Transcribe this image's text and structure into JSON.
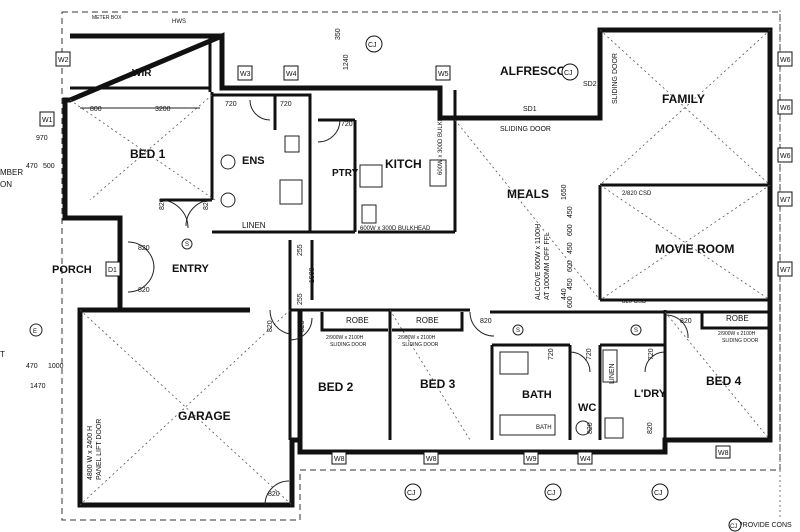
{
  "rooms": {
    "wir": "WIR",
    "bed1": "BED 1",
    "ens": "ENS",
    "ptry": "PTRY",
    "kitch": "KITCH",
    "alfresco": "ALFRESCO",
    "family": "FAMILY",
    "meals": "MEALS",
    "movie": "MOVIE ROOM",
    "porch": "PORCH",
    "entry": "ENTRY",
    "linen": "LINEN",
    "garage": "GARAGE",
    "bed2": "BED 2",
    "bed3": "BED 3",
    "bath": "BATH",
    "wc": "WC",
    "ldry": "L'DRY",
    "bed4": "BED 4",
    "linen2": "LINEN",
    "robe1": "ROBE",
    "robe2": "ROBE",
    "robe3": "ROBE",
    "bath_tub": "BATH"
  },
  "notes": {
    "meter_box": "METER BOX",
    "hws": "HWS",
    "sliding_door_alfresco": "SLIDING DOOR",
    "sliding_door_family": "SLIDING DOOR",
    "bulkhead_kitch": "600W x 300D BULKHEAD",
    "bulkhead_v": "600W x 300D BULKHEAD",
    "csd_2820": "2/820 CSD",
    "csd_820": "820 CSD",
    "alcove": "ALCOVE 600W x 1100H",
    "alcove2": "AT 1000MM OFF FFL",
    "garage_door1": "4800 W x 2400 H",
    "garage_door2": "PANEL LIFT DOOR",
    "robe_sd1a": "2/900W x 2100H",
    "robe_sd1b": "SLIDING DOOR",
    "robe_sd2a": "2/900W x 2100H",
    "robe_sd2b": "SLIDING DOOR",
    "robe_sd3a": "2/900W x 2100H",
    "robe_sd3b": "SLIDING DOOR",
    "provide": "PROVIDE CONS",
    "chamber1": "MBER",
    "chamber2": "ON",
    "t_left": "T"
  },
  "dims": {
    "d800": "800",
    "d3200": "3200",
    "d970": "970",
    "d470a": "470",
    "d500": "500",
    "d470b": "470",
    "d1000": "1000",
    "d1470": "1470",
    "d1240": "1240",
    "d350": "350",
    "d720a": "720",
    "d720b": "720",
    "d720c": "720",
    "d720d": "720",
    "d720e": "720",
    "d720f": "720",
    "d820a": "820",
    "d820b": "820",
    "d820c": "820",
    "d820d": "820",
    "d820e": "820",
    "d820f": "820",
    "d820g": "820",
    "d820h": "820",
    "d820i": "820",
    "d820j": "820",
    "d820k": "820",
    "d255a": "255",
    "d255b": "255",
    "d1500": "1500",
    "m450a": "450",
    "m600a": "600",
    "m450b": "450",
    "m600b": "600",
    "m450c": "450",
    "m600c": "600",
    "m440": "440",
    "m1650": "1650"
  },
  "tags": {
    "w1": "W1",
    "w2": "W2",
    "w3": "W3",
    "w4a": "W4",
    "w5": "W5",
    "w6a": "W6",
    "w6b": "W6",
    "w6c": "W6",
    "w7a": "W7",
    "w7b": "W7",
    "w8a": "W8",
    "w8b": "W8",
    "w8c": "W8",
    "w9": "W9",
    "w4b": "W4",
    "d1": "D1",
    "sd1": "SD1",
    "sd2": "SD2",
    "cj1": "CJ",
    "cj2": "CJ",
    "cj3": "CJ",
    "cj4": "CJ",
    "cj5": "CJ",
    "cj6": "CJ",
    "s1": "S",
    "s2": "S",
    "s3": "S",
    "e1": "E"
  }
}
